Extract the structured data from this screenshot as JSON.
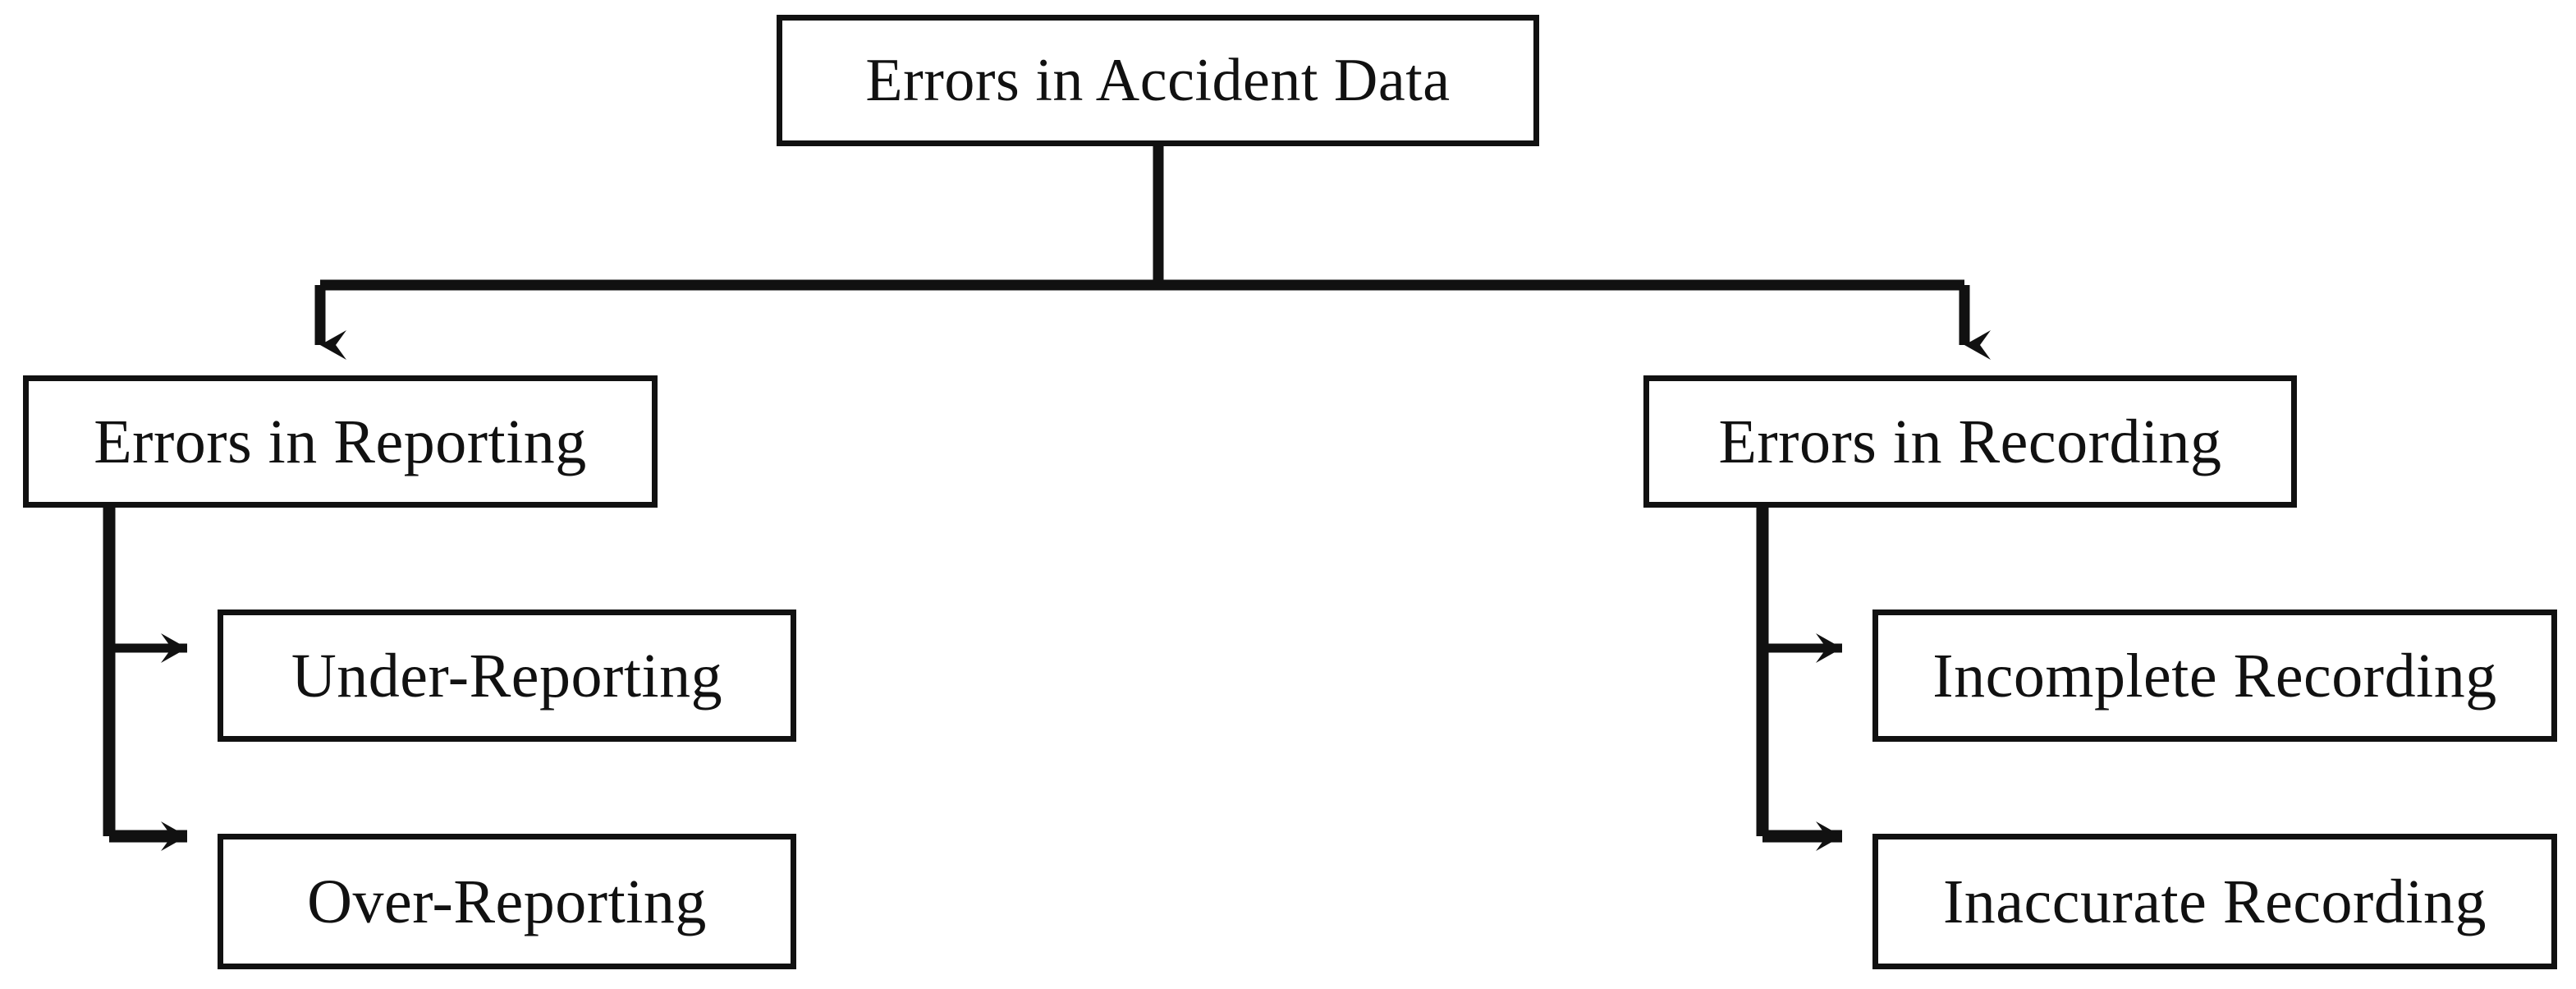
{
  "diagram": {
    "type": "hierarchy-tree",
    "title": "Errors in Accident Data",
    "orientation": "top-down",
    "colors": {
      "background": "#ffffff",
      "box_border": "#111111",
      "box_fill": "#ffffff",
      "connector": "#111111",
      "text": "#111111"
    },
    "root": {
      "label": "Errors in Accident Data"
    },
    "branches": [
      {
        "label": "Errors in Reporting",
        "children": [
          {
            "label": "Under-Reporting"
          },
          {
            "label": "Over-Reporting"
          }
        ]
      },
      {
        "label": "Errors in Recording",
        "children": [
          {
            "label": "Incomplete Recording"
          },
          {
            "label": "Inaccurate Recording"
          }
        ]
      }
    ],
    "connectors": {
      "root_stem": "vertical-line-down",
      "split_bar": "horizontal-line",
      "branch_arrow": "arrow-down",
      "child_arrow": "arrow-right"
    }
  }
}
